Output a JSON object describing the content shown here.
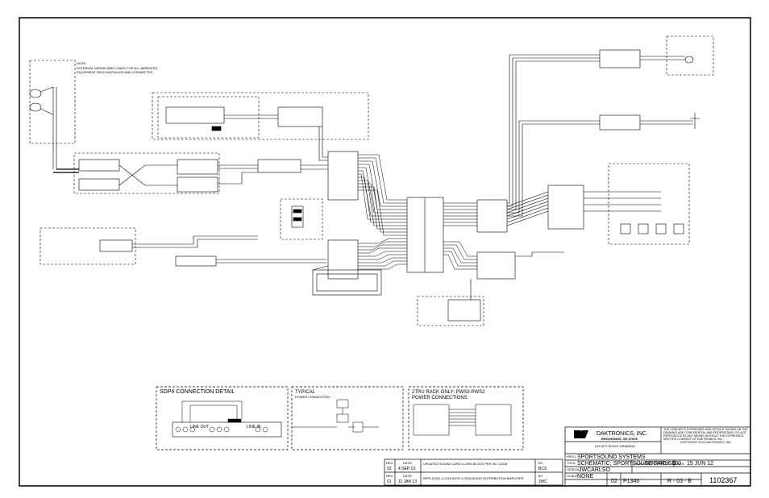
{
  "detail_boxes": {
    "sdp4": {
      "title": "SDP4 CONNECTION DETAIL",
      "line_out": "LINE OUT",
      "line_in": "LINE IN"
    },
    "typical": {
      "title": "TYPICAL",
      "subtitle": "POWER CONNECTION"
    },
    "rack": {
      "title_line1": "2TRU RACK ONLY: PWS3-PWS2",
      "title_line2": "POWER CONNECTIONS"
    }
  },
  "title_block": {
    "company": "DAKTRONICS, INC.",
    "location": "BROOKINGS, SD  57006",
    "do_not_scale": "DO NOT SCALE DRAWING",
    "confidential": "THE CONCEPTS EXPRESSED AND DETAILS SHOWN ON THE DRAWING ARE CONFIDENTIAL AND PROPRIETARY.  DO NOT REPRODUCE BY ANY MEANS WITHOUT THE EXPRESSED WRITTEN CONSENT OF DAKTRONICS, INC.",
    "copyright": "COPYRIGHT 2012 DAKTRONICS, INC.",
    "proj_label": "PROJ:",
    "proj": "SPORTSOUND SYSTEMS",
    "title_label": "TITLE:",
    "title": "SCHEMATIC; SPORTSOUND RACK 300",
    "design_label": "DESIGN:",
    "design": "JWCARLSO",
    "drawn_label": "DRAWN:",
    "drawn": "JWCARLSO",
    "date_label": "DATE:",
    "date": "15 JUN 12",
    "scale_label": "SCALE:",
    "scale": "NONE",
    "rev_cell": "02",
    "job": "P1340",
    "func": "R - 03 - B",
    "drawing_number": "1102367"
  },
  "revisions": [
    {
      "rev_label": "REV:",
      "rev": "02",
      "date_label": "DATE:",
      "date": "4 SEP 13",
      "desc": "UPDATED SOUND CARD 4-2493 BLOCK PER ISC 11518",
      "by_label": "BY:",
      "by": "BCS"
    },
    {
      "rev_label": "REV:",
      "rev": "01",
      "date_label": "DATE:",
      "date": "11 JAN 13",
      "desc": "REPLACED 4-2118 WITH 4-3236 AUDIO DISTRIBUTION AMPLIFIER",
      "by_label": "BY:",
      "by": "JWC"
    }
  ]
}
